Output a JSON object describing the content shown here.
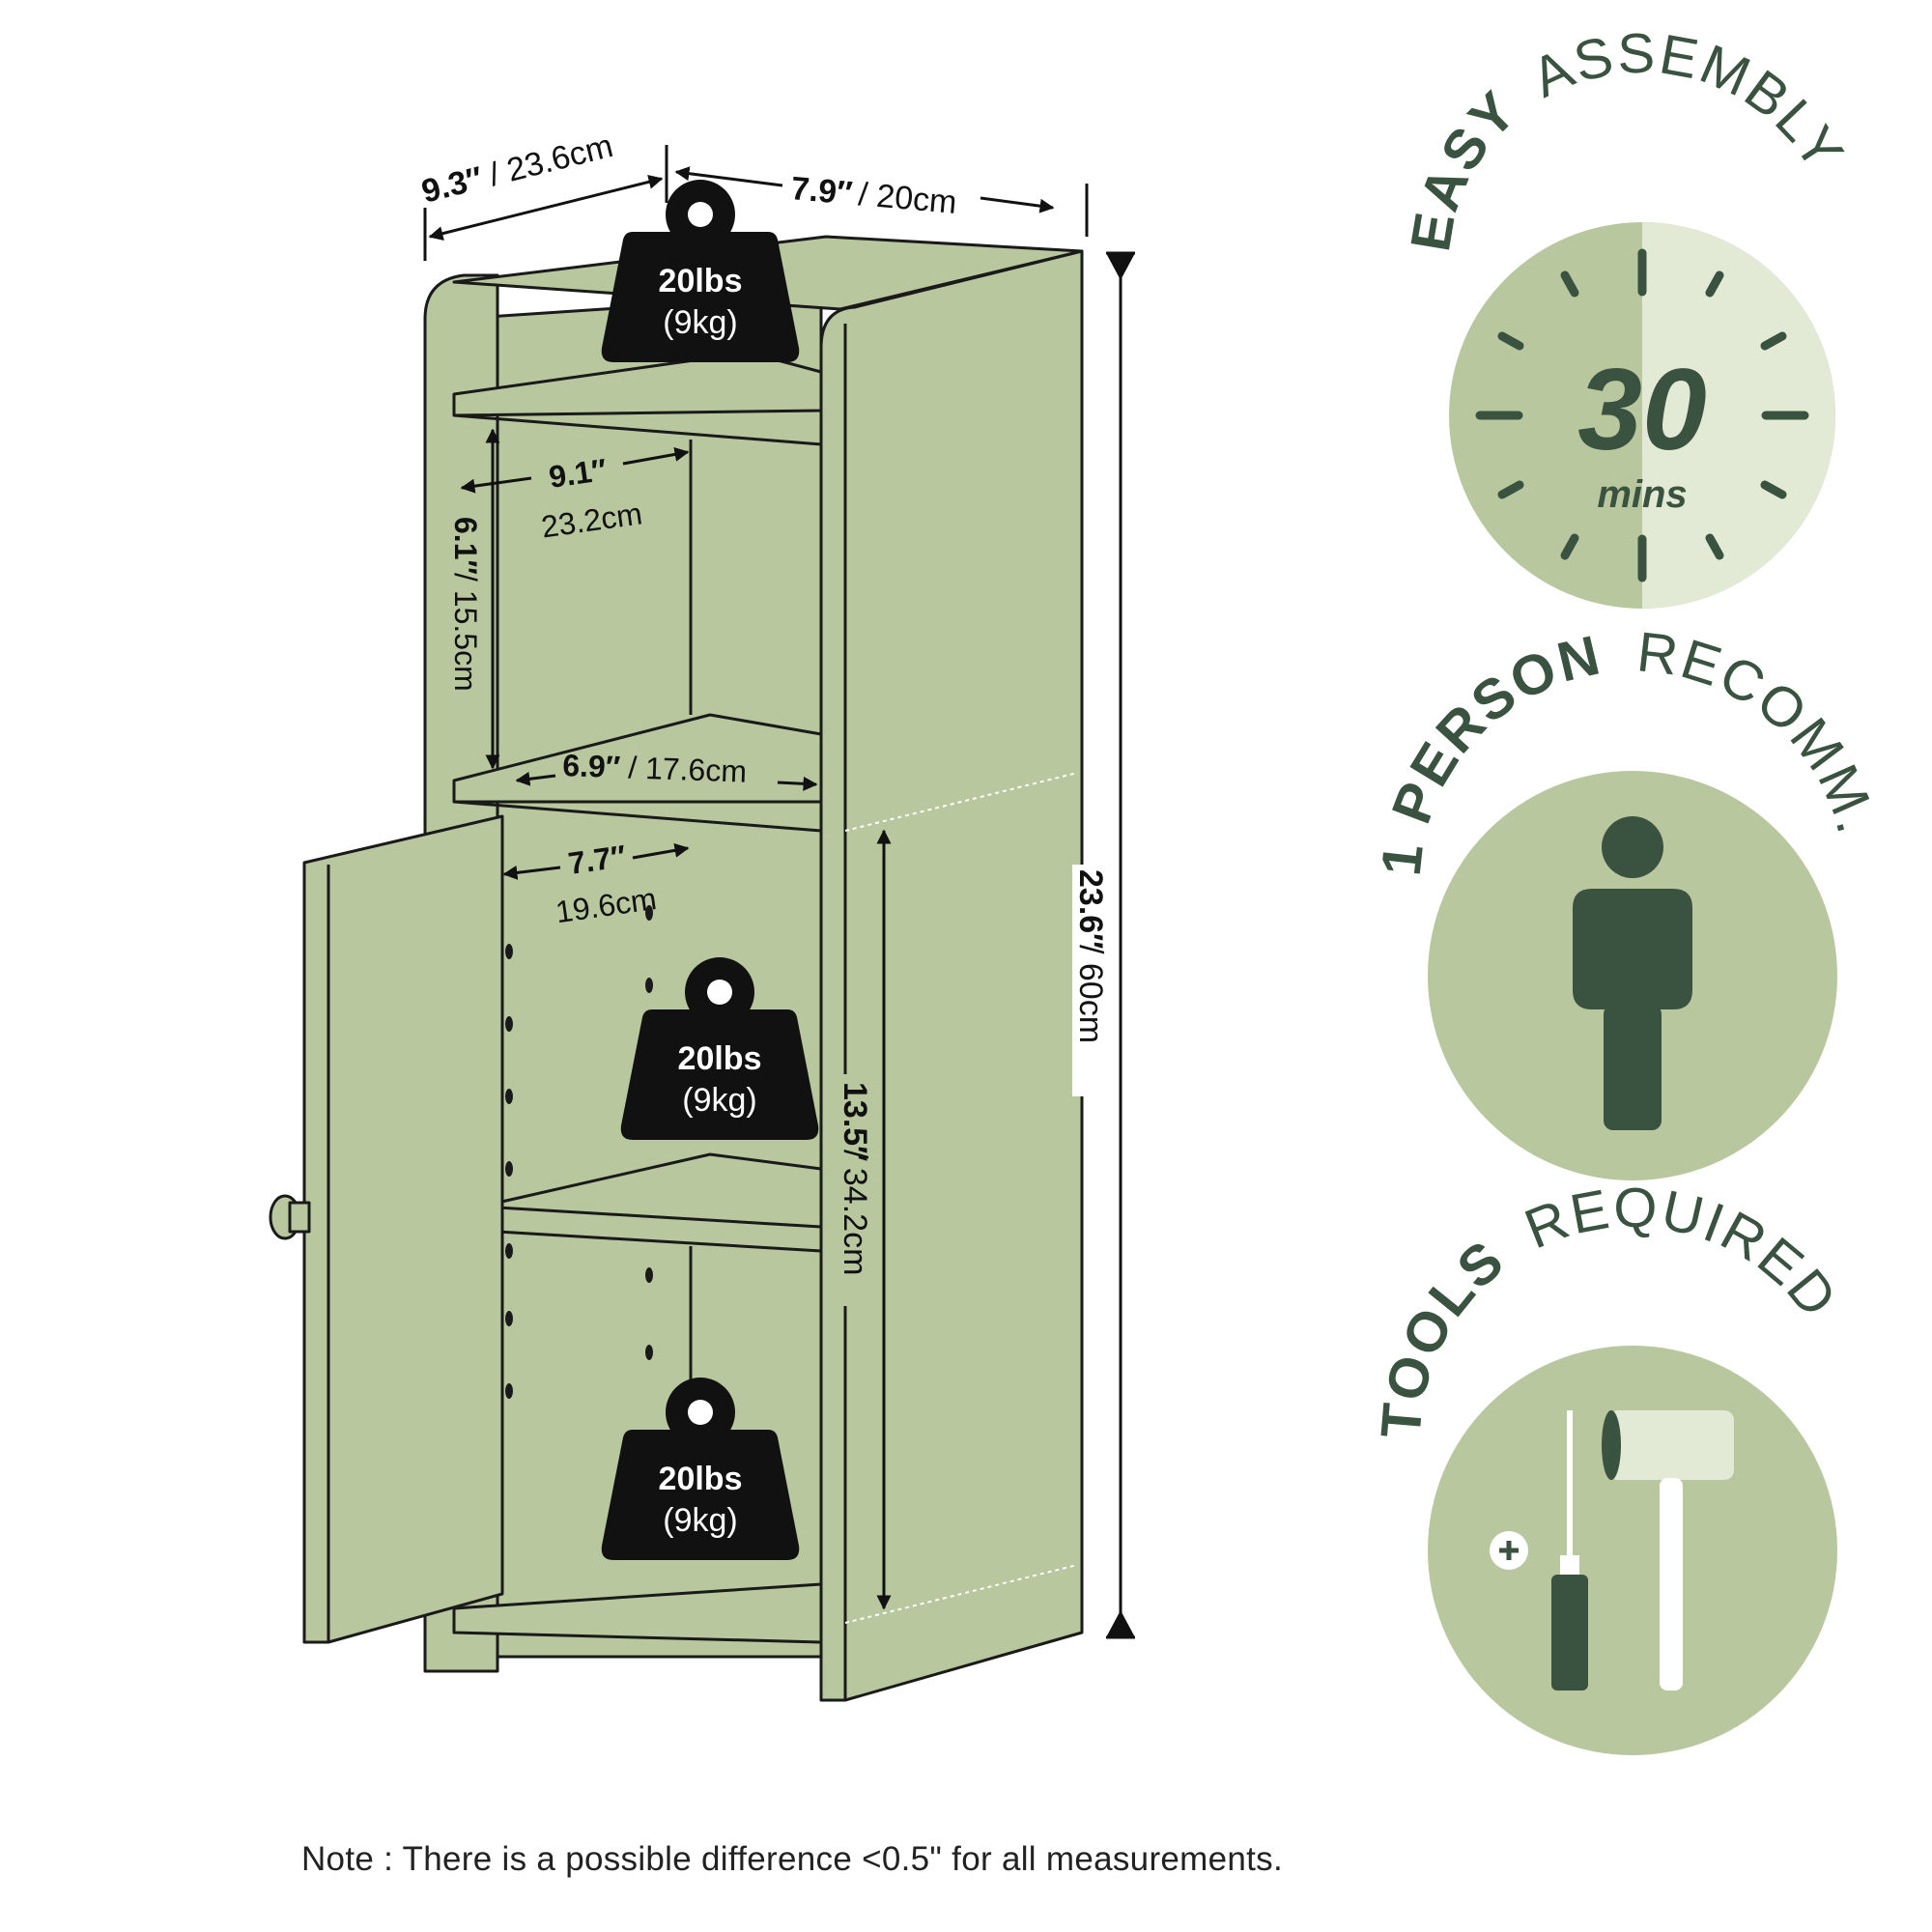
{
  "colors": {
    "panel": "#b8c79e",
    "panel_light": "#e2e9d5",
    "dark_green": "#3a5240",
    "ink": "#1a1a1a",
    "white": "#ffffff"
  },
  "dimensions": {
    "depth_in": "9.3″",
    "depth_cm": "/ 23.6cm",
    "width_in": "7.9″",
    "width_cm": "/ 20cm",
    "height_in": "23.6″",
    "height_cm": "/ 60cm",
    "inner_depth_in": "9.1″",
    "inner_depth_cm": "23.2cm",
    "shelf_gap_in": "6.1″",
    "shelf_gap_cm": "/ 15.5cm",
    "shelf_width_in": "6.9″",
    "shelf_width_cm": "/ 17.6cm",
    "cabinet_depth_in": "7.7″",
    "cabinet_depth_cm": "19.6cm",
    "cabinet_height_in": "13.5″",
    "cabinet_height_cm": "/ 34.2cm"
  },
  "weights": [
    {
      "lbs": "20lbs",
      "kg": "(9kg)"
    },
    {
      "lbs": "20lbs",
      "kg": "(9kg)"
    },
    {
      "lbs": "20lbs",
      "kg": "(9kg)"
    }
  ],
  "badges": {
    "assembly": {
      "bold": "EASY",
      "light": "ASSEMBLY",
      "number": "30",
      "unit": "mins",
      "icon": "clock-icon"
    },
    "person": {
      "bold": "1 PERSON",
      "light": "RECOMM.",
      "icon": "person-icon"
    },
    "tools": {
      "bold": "TOOLS",
      "light": "REQUIRED",
      "icons": [
        "screwdriver-icon",
        "mallet-icon"
      ]
    }
  },
  "note": "Note : There is a possible difference <0.5\" for all measurements."
}
